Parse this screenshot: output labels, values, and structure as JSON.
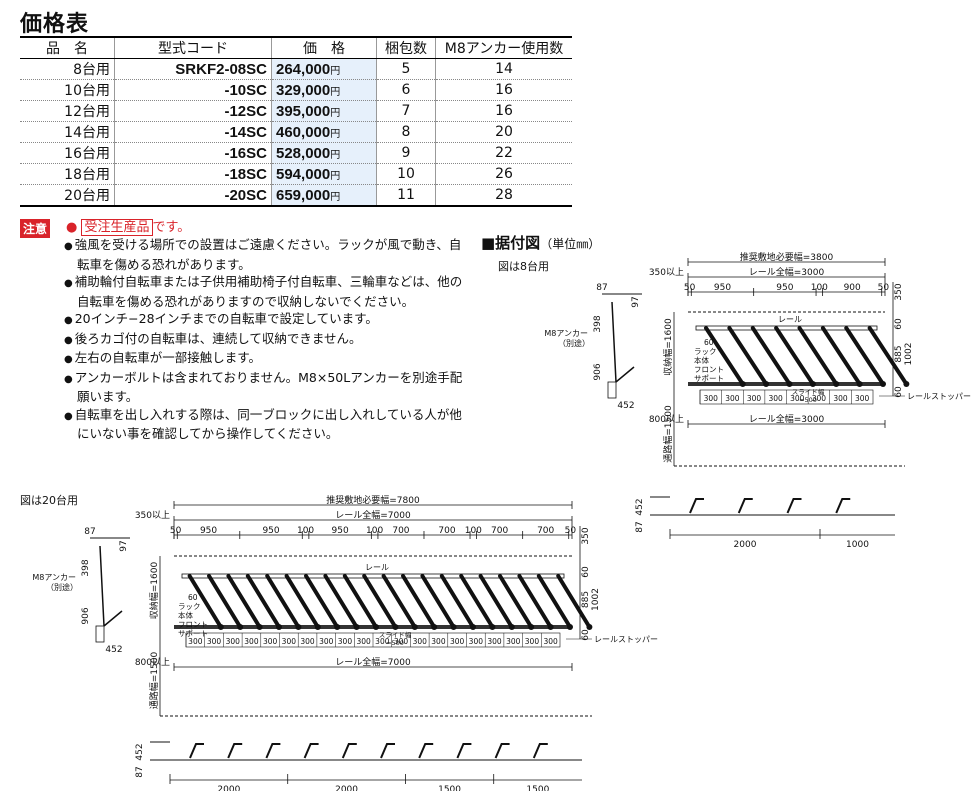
{
  "title": "価格表",
  "table": {
    "headers": [
      "品　名",
      "型式コード",
      "価　格",
      "梱包数",
      "M8アンカー使用数"
    ],
    "rows": [
      {
        "name": "8台用",
        "code": "SRKF2-08SC",
        "price": "264,000",
        "unit": "円",
        "packages": "5",
        "anchors": "14"
      },
      {
        "name": "10台用",
        "code": "-10SC",
        "price": "329,000",
        "unit": "円",
        "packages": "6",
        "anchors": "16"
      },
      {
        "name": "12台用",
        "code": "-12SC",
        "price": "395,000",
        "unit": "円",
        "packages": "7",
        "anchors": "16"
      },
      {
        "name": "14台用",
        "code": "-14SC",
        "price": "460,000",
        "unit": "円",
        "packages": "8",
        "anchors": "20"
      },
      {
        "name": "16台用",
        "code": "-16SC",
        "price": "528,000",
        "unit": "円",
        "packages": "9",
        "anchors": "22"
      },
      {
        "name": "18台用",
        "code": "-18SC",
        "price": "594,000",
        "unit": "円",
        "packages": "10",
        "anchors": "26"
      },
      {
        "name": "20台用",
        "code": "-20SC",
        "price": "659,000",
        "unit": "円",
        "packages": "11",
        "anchors": "28"
      }
    ]
  },
  "notice": {
    "tag": "注意",
    "dot": "●",
    "boxed": "受注生産品",
    "rest": "です。",
    "items": [
      "強風を受ける場所での設置はご遠慮ください。ラックが風で動き、自転車を傷める恐れがあります。",
      "補助輪付自転車または子供用補助椅子付自転車、三輪車などは、他の自転車を傷める恐れがありますので収納しないでください。",
      "20インチ−28インチまでの自転車で設定しています。",
      "後ろカゴ付の自転車は、連続して収納できません。",
      "左右の自転車が一部接触します。",
      "アンカーボルトは含まれておりません。M8×50Lアンカーを別途手配願います。",
      "自転車を出し入れする際は、同一ブロックに出し入れしている人が他にいない事を確認してから操作してください。"
    ]
  },
  "install": {
    "title": "■据付図",
    "unit": "（単位㎜）",
    "caption8": "図は8台用",
    "caption20": "図は20台用"
  },
  "diagram8": {
    "recommended": "推奨敷地必要幅=3800",
    "offset": "350以上",
    "rail_top": "レール全幅=3000",
    "spacing": [
      "50",
      "950",
      "950",
      "100",
      "900",
      "50"
    ],
    "right_dims": [
      "350",
      "60",
      "885",
      "1002",
      "60"
    ],
    "left_dims": [
      "87",
      "97",
      "398",
      "906",
      "452"
    ],
    "anchor": "M8アンカー",
    "anchor_note": "（別途）",
    "rail": "レール",
    "labels": [
      "60",
      "ラック",
      "本体",
      "フロント",
      "サポート"
    ],
    "storage": "収納幅=1600",
    "aisle": "通路幅=1500",
    "slots": [
      "300",
      "300",
      "300",
      "300",
      "300",
      "300",
      "300",
      "300"
    ],
    "slide": "スライド幅",
    "slide_val": "=500",
    "stopper": "レールストッパー",
    "offset_bottom": "800以上",
    "rail_bottom": "レール全幅=3000",
    "side_h": [
      "452",
      "87"
    ],
    "side_w": [
      "2000",
      "1000"
    ]
  },
  "diagram20": {
    "recommended": "推奨敷地必要幅=7800",
    "offset": "350以上",
    "rail_top": "レール全幅=7000",
    "spacing": [
      "50",
      "950",
      "950",
      "100",
      "950",
      "100",
      "700",
      "700",
      "100",
      "700",
      "700",
      "50"
    ],
    "right_dims": [
      "350",
      "60",
      "885",
      "1002",
      "60"
    ],
    "left_dims": [
      "87",
      "97",
      "398",
      "906",
      "452"
    ],
    "anchor": "M8アンカー",
    "anchor_note": "（別途）",
    "rail": "レール",
    "labels": [
      "60",
      "ラック",
      "本体",
      "フロント",
      "サポート"
    ],
    "storage": "収納幅=1600",
    "aisle": "通路幅=1500",
    "slots": [
      "300",
      "300",
      "300",
      "300",
      "300",
      "300",
      "300",
      "300",
      "300",
      "300",
      "300",
      "300",
      "300",
      "300",
      "300",
      "300",
      "300",
      "300",
      "300",
      "300"
    ],
    "slide": "スライド幅",
    "slide_val": "=500",
    "stopper": "レールストッパー",
    "offset_bottom": "800以上",
    "rail_bottom": "レール全幅=7000",
    "side_h": [
      "452",
      "87"
    ],
    "side_w": [
      "2000",
      "2000",
      "1500",
      "1500"
    ]
  },
  "colors": {
    "red": "#d9232a",
    "price_bg": "#e6f0fb",
    "line": "#111111"
  }
}
